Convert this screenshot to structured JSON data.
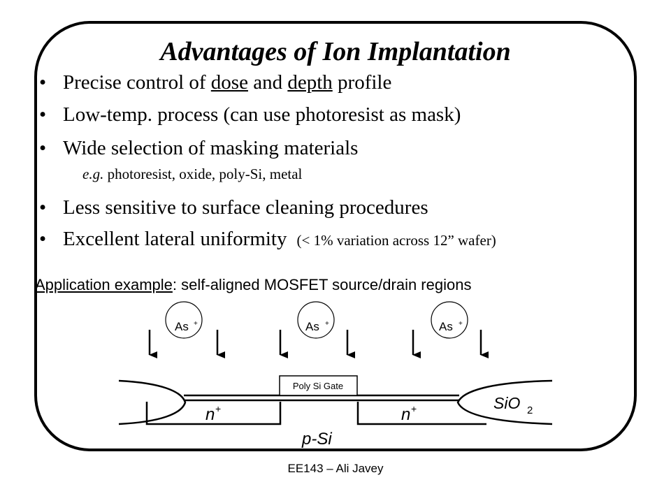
{
  "title": "Advantages of Ion Implantation",
  "bullets": {
    "b1": {
      "pre": "Precise control of ",
      "u1": "dose",
      "mid": " and ",
      "u2": "depth",
      "post": " profile"
    },
    "b2": {
      "text": "Low-temp. process (can use photoresist as mask)"
    },
    "b3": {
      "text": "Wide selection of masking materials"
    },
    "b3_example": {
      "eg": "e.g.",
      "text": " photoresist, oxide, poly-Si, metal"
    },
    "b4": {
      "text": "Less sensitive to surface cleaning procedures"
    },
    "b5": {
      "text": "Excellent lateral uniformity",
      "note": "(< 1% variation across 12” wafer)"
    }
  },
  "bullet_symbol": "•",
  "application": {
    "label": "Application example",
    "text": ": self-aligned MOSFET source/drain regions"
  },
  "diagram": {
    "ion_label": "As",
    "ion_charge": "+",
    "gate_label": "Poly Si Gate",
    "n_region": "n",
    "n_region_sup": "+",
    "oxide_label": "SiO",
    "oxide_sub": "2",
    "substrate_label": "p-Si"
  },
  "footer": "EE143 – Ali Javey"
}
